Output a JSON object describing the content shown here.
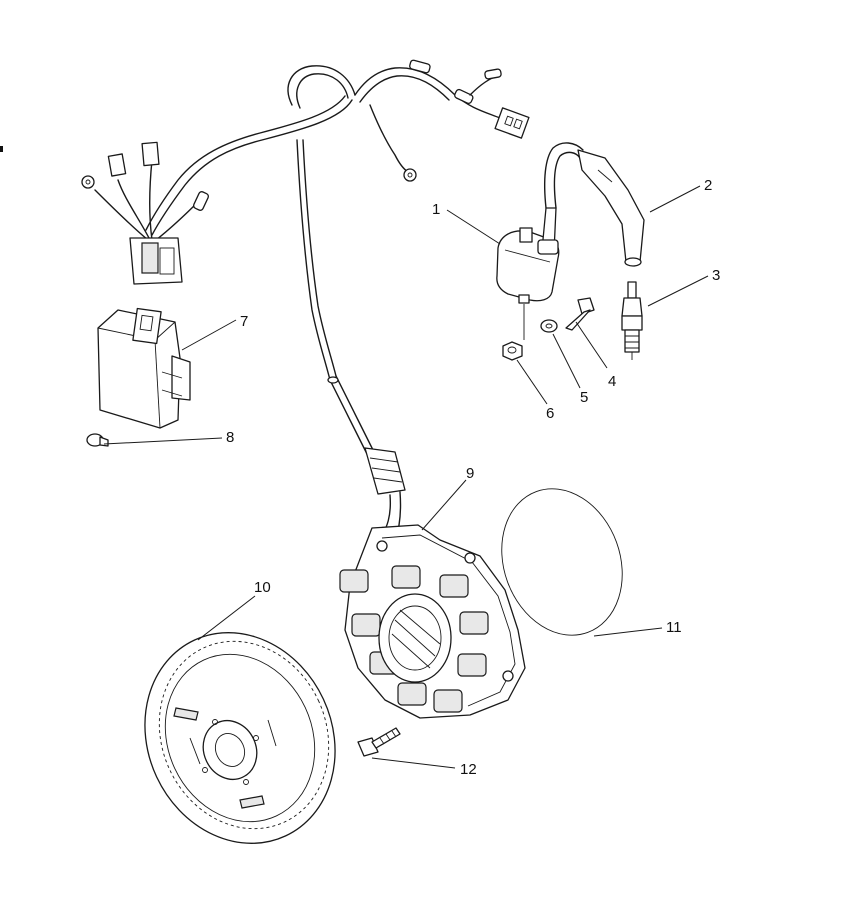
{
  "diagram": {
    "colors": {
      "line": "#1a1a1a",
      "background": "#ffffff",
      "shade": "#e8e8e8"
    },
    "callouts": [
      {
        "id": "c1",
        "label": "1"
      },
      {
        "id": "c2",
        "label": "2"
      },
      {
        "id": "c3",
        "label": "3"
      },
      {
        "id": "c4",
        "label": "4"
      },
      {
        "id": "c5",
        "label": "5"
      },
      {
        "id": "c6",
        "label": "6"
      },
      {
        "id": "c7",
        "label": "7"
      },
      {
        "id": "c8",
        "label": "8"
      },
      {
        "id": "c9",
        "label": "9"
      },
      {
        "id": "c10",
        "label": "10"
      },
      {
        "id": "c11",
        "label": "11"
      },
      {
        "id": "c12",
        "label": "12"
      }
    ]
  }
}
